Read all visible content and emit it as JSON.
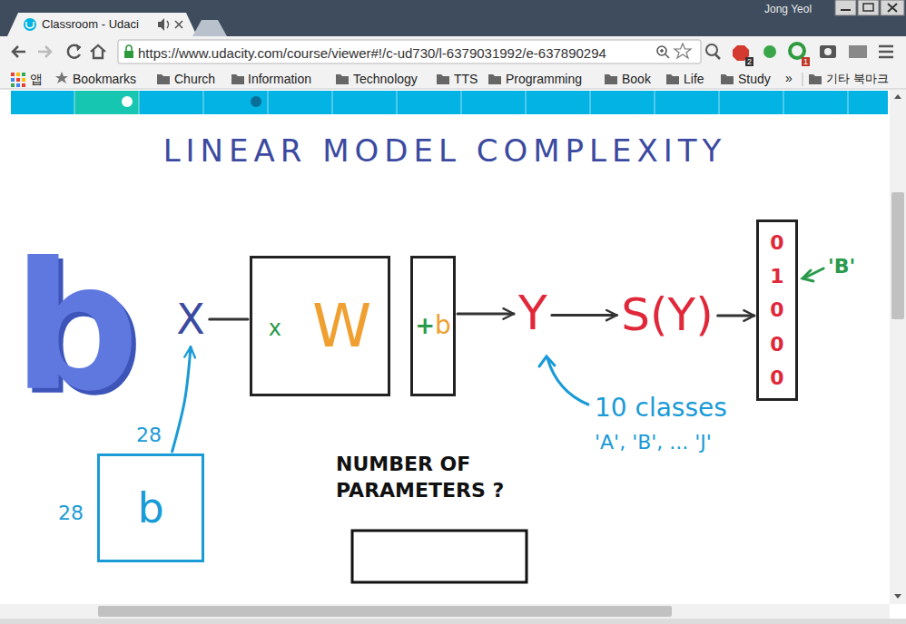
{
  "diagram": {
    "title": "LINEAR MODEL COMPLEXITY",
    "nodes": [
      {
        "text": [
          "X"
        ]
      },
      {
        "text": [
          "x",
          "W"
        ]
      },
      {
        "text": [
          "+",
          "b"
        ]
      },
      {
        "text": [
          "Y"
        ]
      },
      {
        "text": [
          "S(Y)"
        ]
      },
      {
        "text": [
          "0",
          "1",
          "0",
          "0",
          "0"
        ]
      },
      {
        "text": [
          "b"
        ]
      }
    ],
    "edges": [
      {
        "from": 0,
        "to": 1,
        "arrow": "none"
      },
      {
        "from": 2,
        "to": 3,
        "arrow": "to"
      },
      {
        "from": 3,
        "to": 4,
        "arrow": "to"
      },
      {
        "from": 4,
        "to": 5,
        "arrow": "to"
      },
      {
        "from": 6,
        "to": 0,
        "arrow": "to"
      }
    ],
    "labels": [
      "Classroom - Udaci",
      "https://www.udacity.com/course/viewer#!/c-ud730/l-6379031992/e-637890294",
      "Jong Yeol",
      "앱",
      "Bookmarks",
      "Church",
      "Information",
      "Technology",
      "TTS",
      "Programming",
      "Book",
      "Life",
      "Study",
      "»",
      "기타 북마크",
      "2",
      "1",
      "b",
      "28",
      "28",
      "10 classes",
      "'A', 'B', ... 'J'",
      "'B'",
      "NUMBER OF PARAMETERS ?"
    ]
  }
}
